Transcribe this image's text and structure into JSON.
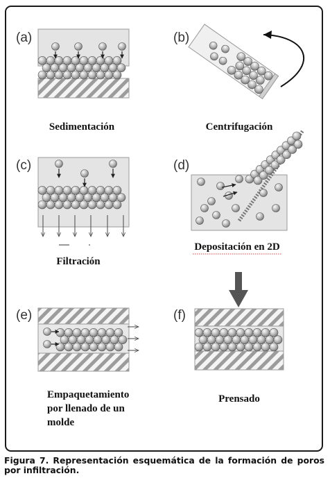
{
  "panels": [
    {
      "letter": "(a)",
      "caption": "Sedimentación"
    },
    {
      "letter": "(b)",
      "caption": "Centrifugación"
    },
    {
      "letter": "(c)",
      "caption": "Filtración"
    },
    {
      "letter": "(d)",
      "caption": "Depositación en 2D"
    },
    {
      "letter": "(e)",
      "caption_lines": [
        "Empaquetamiento",
        "por llenado de un",
        "molde"
      ]
    },
    {
      "letter": "(f)",
      "caption": "Prensado"
    }
  ],
  "figure_caption": "Figura 7. Representación esquemática de la formación de poros por infiltración.",
  "colors": {
    "box_fill": "#e4e4e4",
    "box_stroke": "#9a9a9a",
    "sphere_light": "#fafafa",
    "sphere_dark": "#6e6e6e",
    "hatch": "#9c9c9c",
    "arrow": "#555555"
  }
}
